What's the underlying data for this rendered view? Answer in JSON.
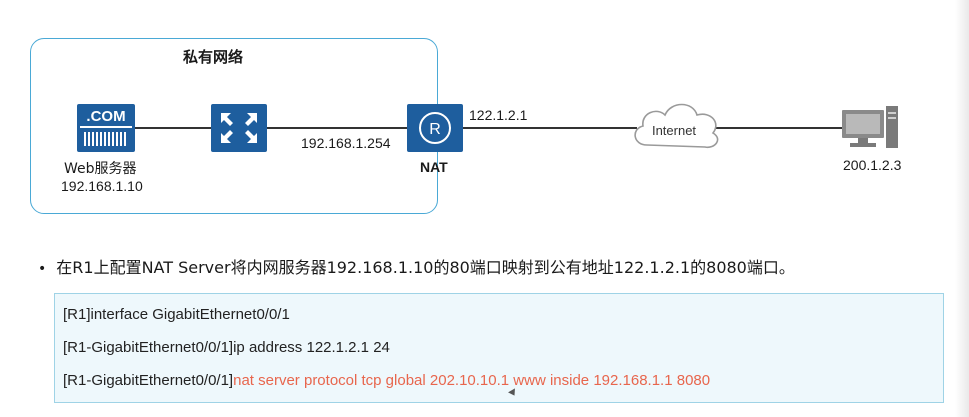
{
  "diagram": {
    "private_network_label": "私有网络",
    "devices": {
      "web_server": {
        "badge": ".COM",
        "name": "Web服务器",
        "ip": "192.168.1.10"
      },
      "switch": {
        "name": ""
      },
      "router": {
        "badge": "R",
        "label": "NAT"
      },
      "cloud": {
        "label": "Internet"
      },
      "client": {
        "ip": "200.1.2.3"
      }
    },
    "links": {
      "inside_ip": "192.168.1.254",
      "outside_ip": "122.1.2.1"
    }
  },
  "description": {
    "bullet": "•",
    "text": "在R1上配置NAT Server将内网服务器192.168.1.10的80端口映射到公有地址122.1.2.1的8080端口。"
  },
  "code": {
    "line1": "[R1]interface GigabitEthernet0/0/1",
    "line2": "[R1-GigabitEthernet0/0/1]ip address 122.1.2.1 24",
    "line3_prefix": "[R1-GigabitEthernet0/0/1]",
    "line3_command": "nat server protocol tcp global 202.10.10.1 www inside 192.168.1.1 8080"
  },
  "colors": {
    "device_blue": "#1e5e9e",
    "box_border": "#4aa9d6",
    "command_highlight": "#e8664d",
    "code_background": "#eef8fc"
  },
  "icons": [
    "server-icon",
    "switch-icon",
    "router-icon",
    "cloud-icon",
    "computer-icon"
  ]
}
